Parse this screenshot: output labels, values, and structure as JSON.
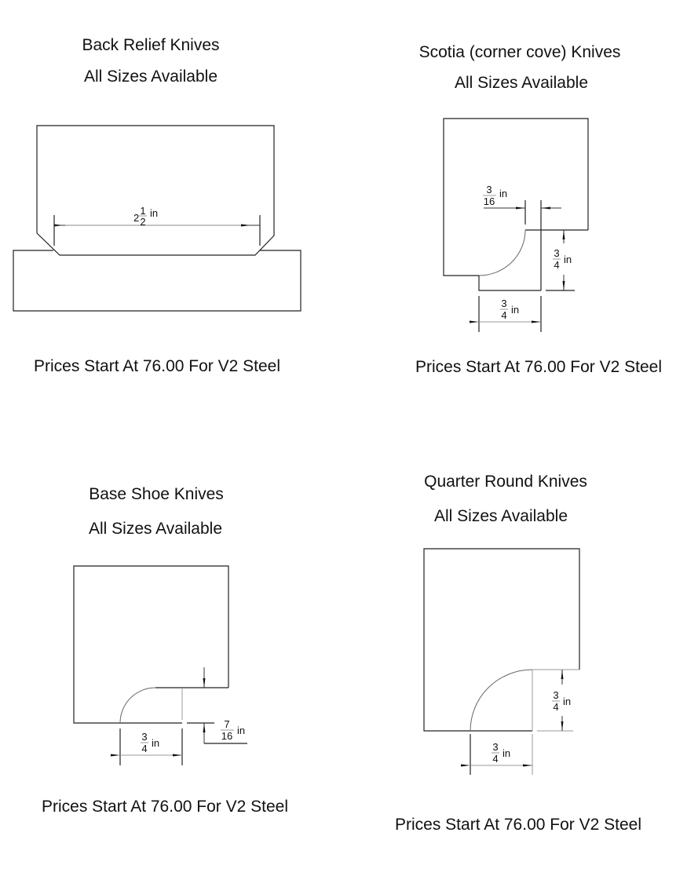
{
  "panels": [
    {
      "title": "Back Relief Knives",
      "subtitle": "All Sizes Available",
      "price": "Prices Start At 76.00 For V2 Steel",
      "dims": [
        {
          "whole": "2",
          "num": "1",
          "den": "2",
          "unit": "in"
        }
      ]
    },
    {
      "title": "Scotia (corner cove) Knives",
      "subtitle": "All Sizes Available",
      "price": "Prices Start At 76.00 For V2 Steel",
      "dims": [
        {
          "num": "3",
          "den": "16",
          "unit": "in"
        },
        {
          "num": "3",
          "den": "4",
          "unit": "in"
        },
        {
          "num": "3",
          "den": "4",
          "unit": "in"
        }
      ]
    },
    {
      "title": "Base Shoe Knives",
      "subtitle": "All Sizes Available",
      "price": "Prices Start At 76.00 For V2 Steel",
      "dims": [
        {
          "num": "7",
          "den": "16",
          "unit": "in"
        },
        {
          "num": "3",
          "den": "4",
          "unit": "in"
        }
      ]
    },
    {
      "title": "Quarter Round Knives",
      "subtitle": "All Sizes Available",
      "price": "Prices Start At 76.00 For V2 Steel",
      "dims": [
        {
          "num": "3",
          "den": "4",
          "unit": "in"
        },
        {
          "num": "3",
          "den": "4",
          "unit": "in"
        }
      ]
    }
  ]
}
